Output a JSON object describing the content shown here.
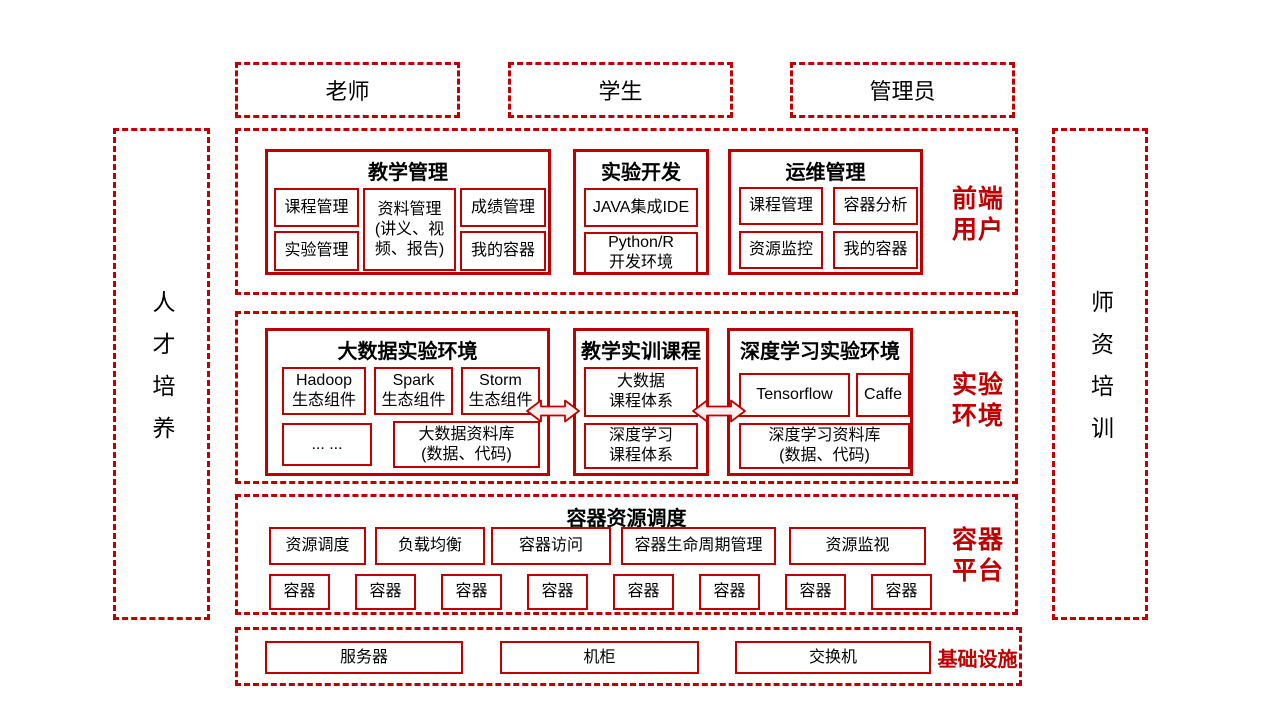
{
  "colors": {
    "accent_red": "#C00000",
    "text_black": "#000000",
    "background": "#FFFFFF",
    "arrow_fill": "#FDEFEE"
  },
  "actors": {
    "teacher": "老师",
    "student": "学生",
    "admin": "管理员"
  },
  "left_panel": {
    "label": "人才培养"
  },
  "right_panel": {
    "label": "师资培训"
  },
  "frontend": {
    "side_label": [
      "前端",
      "用户"
    ],
    "teaching": {
      "title": "教学管理",
      "course_mgmt": "课程管理",
      "experiment_mgmt": "实验管理",
      "materials": [
        "资料管理",
        "(讲义、视",
        "频、报告)"
      ],
      "grade_mgmt": "成绩管理",
      "my_container": "我的容器"
    },
    "dev": {
      "title": "实验开发",
      "java_ide": "JAVA集成IDE",
      "python_env": [
        "Python/R",
        "开发环境"
      ]
    },
    "ops": {
      "title": "运维管理",
      "course_mgmt": "课程管理",
      "container_analysis": "容器分析",
      "resource_monitor": "资源监控",
      "my_container": "我的容器"
    }
  },
  "lab": {
    "side_label": [
      "实验",
      "环境"
    ],
    "bigdata": {
      "title": "大数据实验环境",
      "hadoop": [
        "Hadoop",
        "生态组件"
      ],
      "spark": [
        "Spark",
        "生态组件"
      ],
      "storm": [
        "Storm",
        "生态组件"
      ],
      "dots": "... ...",
      "library": [
        "大数据资料库",
        "(数据、代码)"
      ]
    },
    "courses": {
      "title": "教学实训课程",
      "bigdata_course": [
        "大数据",
        "课程体系"
      ],
      "dl_course": [
        "深度学习",
        "课程体系"
      ]
    },
    "deeplearning": {
      "title": "深度学习实验环境",
      "tensorflow": "Tensorflow",
      "caffe": "Caffe",
      "library": [
        "深度学习资料库",
        "(数据、代码)"
      ]
    }
  },
  "platform": {
    "side_label": [
      "容器",
      "平台"
    ],
    "title": "容器资源调度",
    "functions": [
      "资源调度",
      "负载均衡",
      "容器访问",
      "容器生命周期管理",
      "资源监视"
    ],
    "containers": [
      "容器",
      "容器",
      "容器",
      "容器",
      "容器",
      "容器",
      "容器",
      "容器"
    ]
  },
  "infrastructure": {
    "side_label": "基础设施",
    "items": [
      "服务器",
      "机柜",
      "交换机"
    ]
  }
}
